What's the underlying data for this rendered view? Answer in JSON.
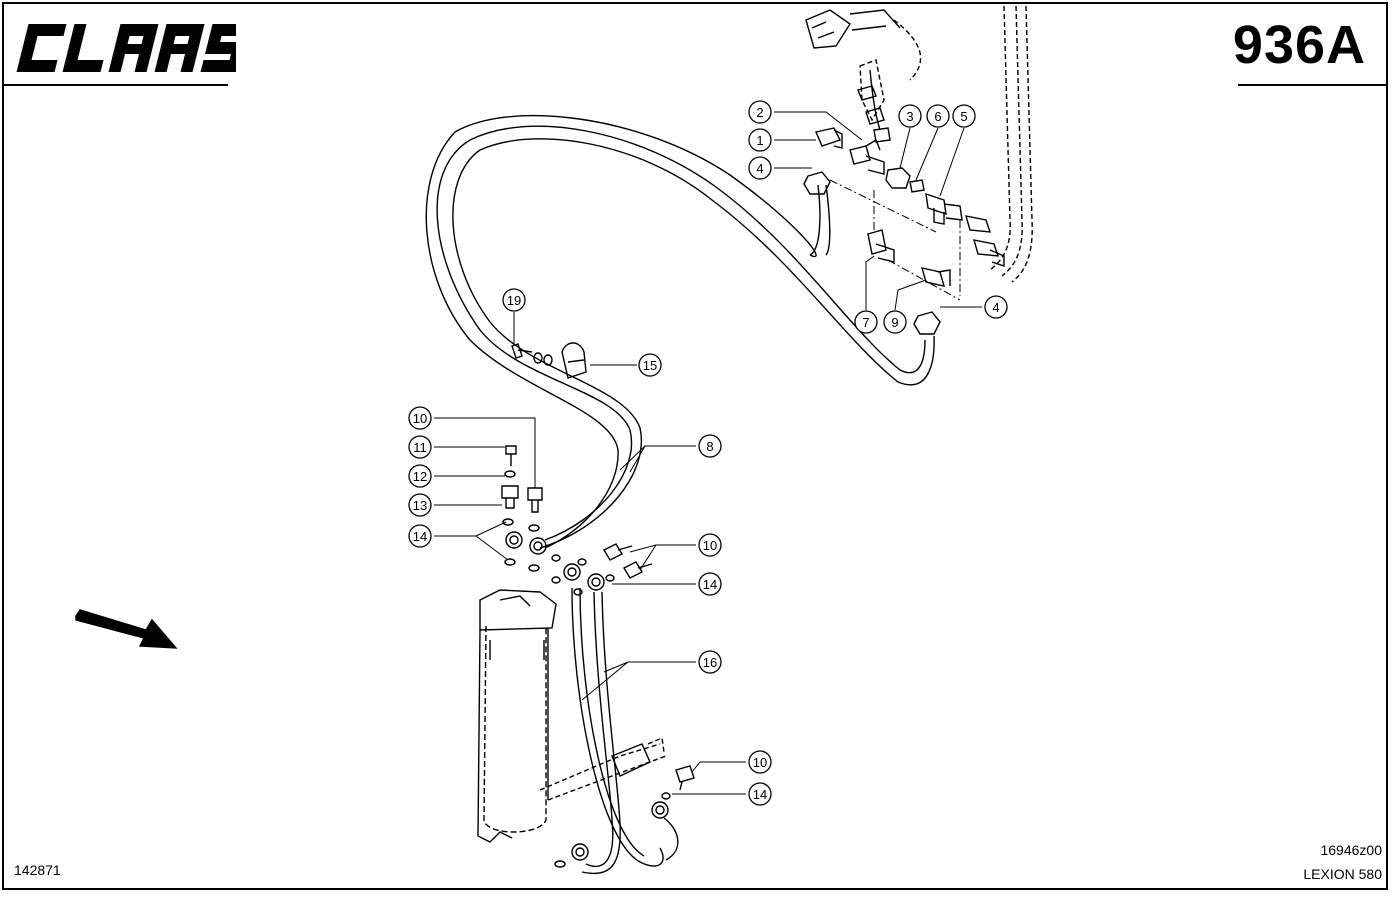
{
  "header": {
    "brand": "CLAAS",
    "sheet_number": "936A"
  },
  "footer": {
    "code_left": "142871",
    "drawing_code": "16946z00",
    "model": "LEXION 580"
  },
  "callouts": {
    "c1": "1",
    "c2": "2",
    "c3": "3",
    "c4a": "4",
    "c4b": "4",
    "c5": "5",
    "c6": "6",
    "c7": "7",
    "c8": "8",
    "c9": "9",
    "c10a": "10",
    "c10b": "10",
    "c10c": "10",
    "c11": "11",
    "c12": "12",
    "c13": "13",
    "c14a": "14",
    "c14b": "14",
    "c14c": "14",
    "c15": "15",
    "c16": "16",
    "c19": "19"
  },
  "icons": {
    "view_direction": "arrow-icon",
    "logo": "claas-logo"
  },
  "colors": {
    "ink": "#000000",
    "paper": "#ffffff"
  }
}
